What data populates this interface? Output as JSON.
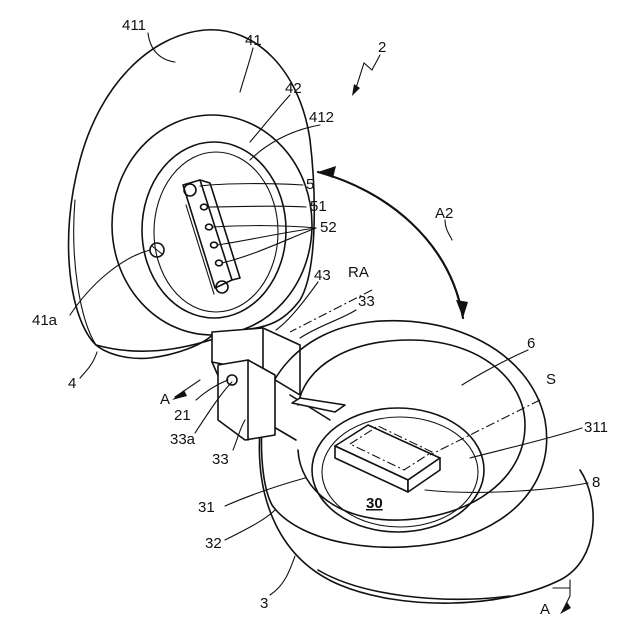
{
  "figure": {
    "labels": {
      "l2": "2",
      "l411": "411",
      "l41": "41",
      "l42": "42",
      "l412": "412",
      "l5": "5",
      "l51": "51",
      "l52": "52",
      "lA2": "A2",
      "l41a": "41a",
      "l43": "43",
      "lRA": "RA",
      "l33top": "33",
      "l6": "6",
      "lS": "S",
      "l4": "4",
      "lA_left": "A",
      "l21": "21",
      "l33a": "33a",
      "l33": "33",
      "l311": "311",
      "l8": "8",
      "l31": "31",
      "l30": "30",
      "l32": "32",
      "l3": "3",
      "lA_right": "A"
    }
  }
}
